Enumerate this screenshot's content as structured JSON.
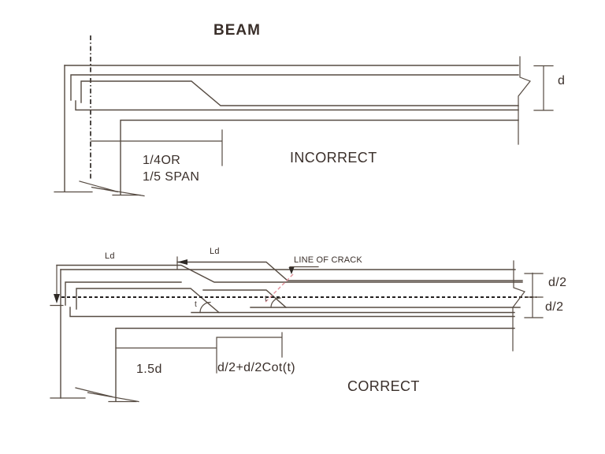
{
  "title": {
    "text": "BEAM"
  },
  "incorrect": {
    "caption": "INCORRECT",
    "span_dim_line1": "1/4OR",
    "span_dim_line2": "1/5 SPAN",
    "depth_dim": "d"
  },
  "correct": {
    "caption": "CORRECT",
    "ld_dim_left": "Ld",
    "ld_dim_right": "Ld",
    "crack_callout": "LINE OF CRACK",
    "half_depth_top": "d/2",
    "half_depth_bottom": "d/2",
    "support_offset_dim": "1.5d",
    "bend_offset_dim": "d/2+d/2Cot(t)",
    "angle_left": "t",
    "angle_right": "t"
  },
  "colors": {
    "line": "#564b42",
    "text": "#3a2f2a",
    "crack_line": "#e2909a",
    "centerline": "#2f2a26",
    "background": "#ffffff"
  }
}
